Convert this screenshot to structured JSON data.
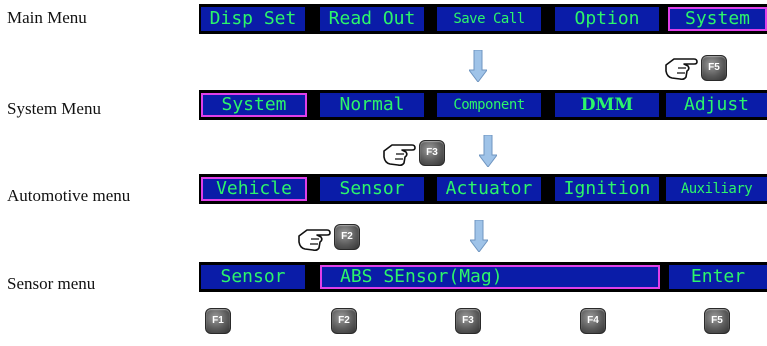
{
  "rows": [
    {
      "label": "Main Menu",
      "tabs": [
        "Disp Set",
        "Read Out",
        "Save Call",
        "Option",
        "System"
      ]
    },
    {
      "label": "System Menu",
      "tabs": [
        "System",
        "Normal",
        "Component",
        "DMM",
        "Adjust"
      ]
    },
    {
      "label": "Automotive menu",
      "tabs": [
        "Vehicle",
        "Sensor",
        "Actuator",
        "Ignition",
        "Auxiliary"
      ]
    },
    {
      "label": "Sensor menu",
      "tabs": [
        "Sensor",
        "ABS SEnsor(Mag)",
        "Enter"
      ]
    }
  ],
  "selected_tabs": [
    "System",
    "System",
    "Vehicle",
    "ABS SEnsor(Mag)"
  ],
  "pressed_keys": [
    "F5",
    "F3",
    "F2"
  ],
  "function_keys": [
    "F1",
    "F2",
    "F3",
    "F4",
    "F5"
  ],
  "colors": {
    "tab_bg": "#0a1ca8",
    "tab_text": "#2cf56a",
    "selected_border": "#e040e8",
    "bar_bg": "#000000",
    "arrow": "#9fc3e8"
  },
  "icons": {
    "pointer": "pointing-hand-icon",
    "arrow": "down-arrow-icon",
    "key": "function-key-icon"
  }
}
